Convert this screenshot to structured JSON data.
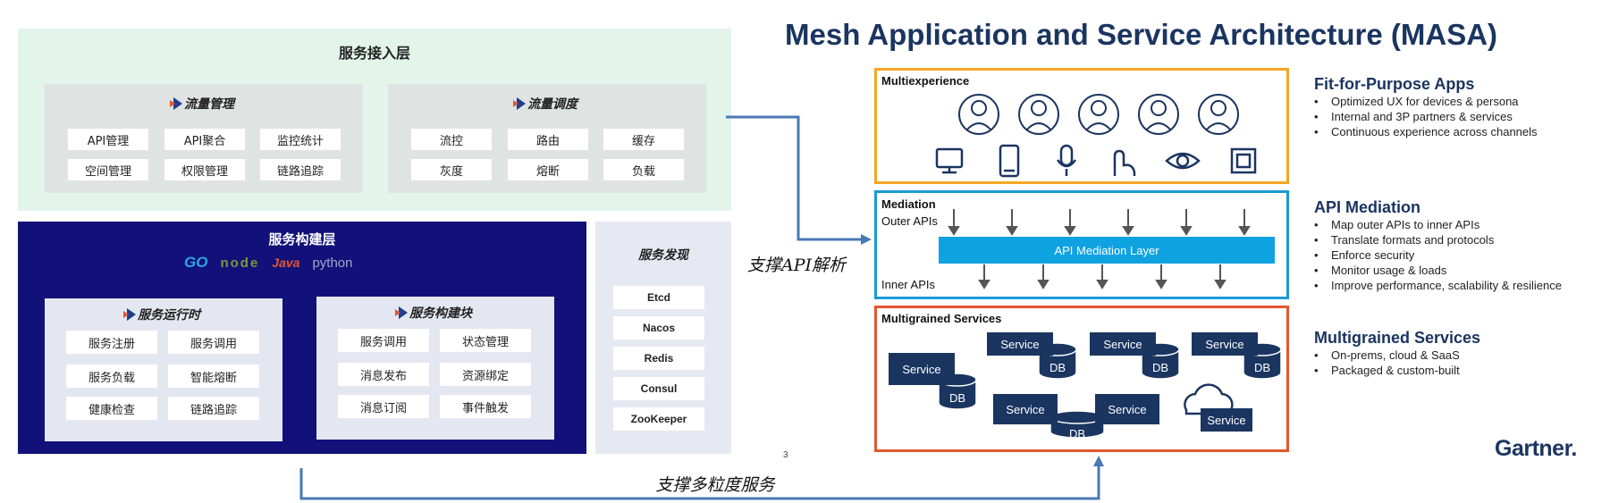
{
  "access_layer": {
    "title": "服务接入层",
    "traffic_mgmt": {
      "title": "流量管理",
      "items": [
        "API管理",
        "API聚合",
        "监控统计",
        "空间管理",
        "权限管理",
        "链路追踪"
      ]
    },
    "traffic_sched": {
      "title": "流量调度",
      "items": [
        "流控",
        "路由",
        "缓存",
        "灰度",
        "熔断",
        "负载"
      ]
    }
  },
  "build_layer": {
    "title": "服务构建层",
    "tech_logos": [
      "GO",
      "node",
      "Java",
      "python"
    ],
    "runtime": {
      "title": "服务运行时",
      "items": [
        "服务注册",
        "服务调用",
        "服务负载",
        "智能熔断",
        "健康检查",
        "链路追踪"
      ]
    },
    "build": {
      "title": "服务构建块",
      "items": [
        "服务调用",
        "状态管理",
        "消息发布",
        "资源绑定",
        "消息订阅",
        "事件触发"
      ]
    }
  },
  "discovery": {
    "title": "服务发现",
    "items": [
      "Etcd",
      "Nacos",
      "Redis",
      "Consul",
      "ZooKeeper"
    ]
  },
  "arrows": {
    "api_label": "支撑API解析",
    "service_label": "支撑多粒度服务"
  },
  "masa": {
    "title": "Mesh Application and Service Architecture (MASA)",
    "page_number": "3",
    "brand": "Gartner.",
    "multiexperience": {
      "label": "Multiexperience",
      "devices": [
        "monitor-icon",
        "phone-icon",
        "mic-icon",
        "touch-icon",
        "eye-icon",
        "chip-icon"
      ]
    },
    "mediation": {
      "label": "Mediation",
      "outer": "Outer APIs",
      "inner": "Inner APIs",
      "layer": "API Mediation Layer"
    },
    "services": {
      "label": "Multigrained Services",
      "service": "Service",
      "db": "DB"
    },
    "sections": [
      {
        "heading": "Fit-for-Purpose Apps",
        "bullets": [
          "Optimized UX for devices & persona",
          "Internal and 3P partners & services",
          "Continuous experience across channels"
        ]
      },
      {
        "heading": "API Mediation",
        "bullets": [
          "Map outer APIs to inner APIs",
          "Translate formats and protocols",
          "Enforce security",
          "Monitor usage & loads",
          "Improve performance, scalability & resilience"
        ]
      },
      {
        "heading": "Multigrained Services",
        "bullets": [
          "On-prems, cloud & SaaS",
          "Packaged & custom-built"
        ]
      }
    ],
    "colors": {
      "orange": "#f5a623",
      "blue": "#1a9ad6",
      "red": "#e4572e",
      "navy": "#1b3561"
    }
  }
}
